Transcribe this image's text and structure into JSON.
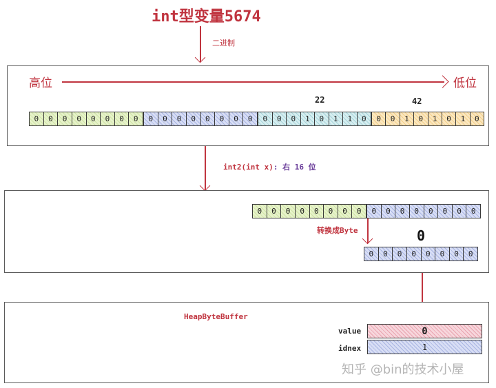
{
  "header": {
    "title": "int型变量5674",
    "arrow_label": "二进制"
  },
  "box1": {
    "high_label": "高位",
    "low_label": "低位",
    "annotations": [
      "22",
      "42"
    ],
    "bytes": [
      {
        "color": "green",
        "bits": [
          "0",
          "0",
          "0",
          "0",
          "0",
          "0",
          "0",
          "0"
        ]
      },
      {
        "color": "blue",
        "bits": [
          "0",
          "0",
          "0",
          "0",
          "0",
          "0",
          "0",
          "0"
        ]
      },
      {
        "color": "cyan",
        "bits": [
          "0",
          "0",
          "0",
          "1",
          "0",
          "1",
          "1",
          "0"
        ]
      },
      {
        "color": "orange",
        "bits": [
          "0",
          "0",
          "1",
          "0",
          "1",
          "0",
          "1",
          "0"
        ]
      }
    ]
  },
  "step2": {
    "arrow_label_code": "int2(int x)",
    "arrow_label_rest": ": 右 16 位"
  },
  "box2": {
    "bytes": [
      {
        "color": "green",
        "bits": [
          "0",
          "0",
          "0",
          "0",
          "0",
          "0",
          "0",
          "0"
        ]
      },
      {
        "color": "blue",
        "bits": [
          "0",
          "0",
          "0",
          "0",
          "0",
          "0",
          "0",
          "0"
        ]
      }
    ],
    "convert_label": "转换成Byte",
    "result_value": "0",
    "result_byte": {
      "color": "blue",
      "bits": [
        "0",
        "0",
        "0",
        "0",
        "0",
        "0",
        "0",
        "0"
      ]
    }
  },
  "box3": {
    "title": "HeapByteBuffer",
    "fields": [
      {
        "label": "value",
        "value": "0",
        "color": "pink"
      },
      {
        "label": "idnex",
        "value": "1",
        "color": "blue"
      }
    ]
  },
  "watermark": "知乎 @bin的技术小屋",
  "colors": {
    "accent_red": "#c0343f",
    "purple": "#6a3d9a",
    "green": "#e6f2c9",
    "blue": "#d8def5",
    "cyan": "#d6eef0",
    "orange": "#fbe7bf",
    "pink": "#f7d6dc"
  }
}
